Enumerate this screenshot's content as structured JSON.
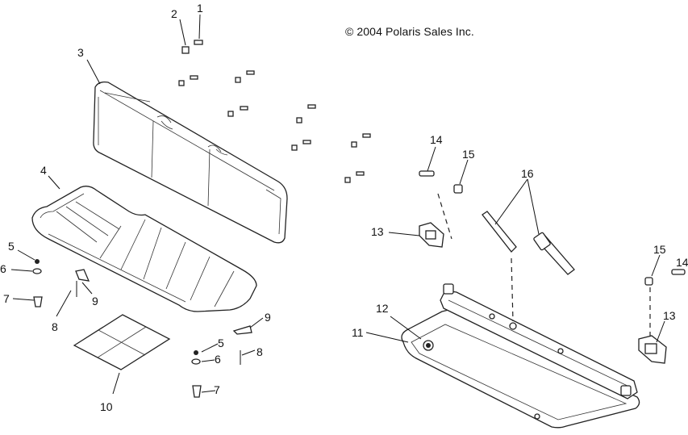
{
  "copyright": "© 2004 Polaris Sales Inc.",
  "callouts": {
    "c1": "1",
    "c2": "2",
    "c3": "3",
    "c4": "4",
    "c5a": "5",
    "c5b": "5",
    "c6a": "6",
    "c6b": "6",
    "c7a": "7",
    "c7b": "7",
    "c8a": "8",
    "c8b": "8",
    "c9a": "9",
    "c9b": "9",
    "c10": "10",
    "c11": "11",
    "c12": "12",
    "c13a": "13",
    "c13b": "13",
    "c14a": "14",
    "c14b": "14",
    "c15a": "15",
    "c15b": "15",
    "c16": "16"
  }
}
